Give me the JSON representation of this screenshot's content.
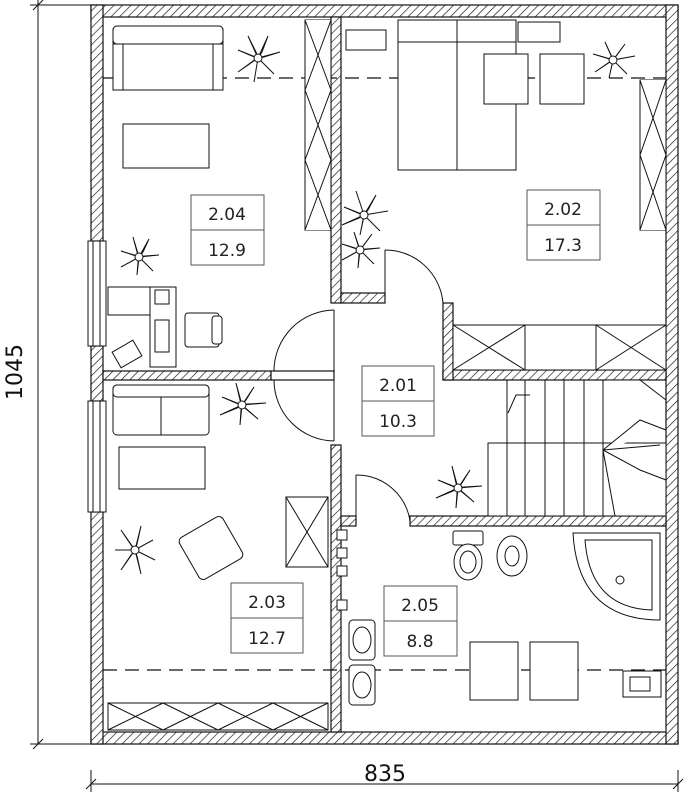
{
  "plan": {
    "dimensions": {
      "width_label": "835",
      "height_label": "1045"
    },
    "rooms": [
      {
        "id": "2.04",
        "area": "12.9"
      },
      {
        "id": "2.02",
        "area": "17.3"
      },
      {
        "id": "2.01",
        "area": "10.3"
      },
      {
        "id": "2.03",
        "area": "12.7"
      },
      {
        "id": "2.05",
        "area": "8.8"
      }
    ]
  }
}
